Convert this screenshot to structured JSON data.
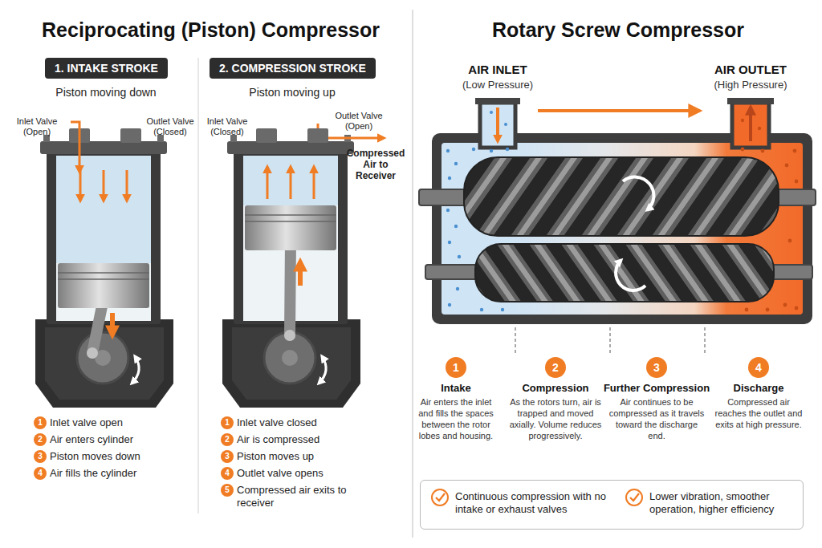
{
  "diagram": {
    "nodes": [
      {
        "text": [
          "1. INTAKE STROKE"
        ]
      },
      {
        "text": [
          "1"
        ]
      },
      {
        "text": [
          "2"
        ]
      },
      {
        "text": [
          "3"
        ]
      },
      {
        "text": [
          "4"
        ]
      },
      {
        "text": [
          "2. COMPRESSION STROKE"
        ]
      },
      {
        "text": [
          "1"
        ]
      },
      {
        "text": [
          "2"
        ]
      },
      {
        "text": [
          "3"
        ]
      },
      {
        "text": [
          "4"
        ]
      },
      {
        "text": [
          "5"
        ]
      },
      {
        "text": [
          "1"
        ]
      },
      {
        "text": [
          "2"
        ]
      },
      {
        "text": [
          "3"
        ]
      },
      {
        "text": [
          "4"
        ]
      },
      {
        "text": [
          "Continuous compression with no intake or exhaust valves",
          "Lower vibration, smoother operation, higher efficiency"
        ]
      }
    ],
    "labels": [
      "Reciprocating (Piston) Compressor",
      "Piston moving down",
      "Inlet Valve (Open)",
      "Outlet Valve (Closed)",
      "Inlet valve open",
      "Air enters cylinder",
      "Piston moves down",
      "Air fills the cylinder",
      "Piston moving up",
      "Inlet Valve (Closed)",
      "Outlet Valve (Open)",
      "Compressed Air to Receiver",
      "Inlet valve closed",
      "Air is compressed",
      "Piston moves up",
      "Outlet valve opens",
      "Compressed air exits to receiver",
      "Rotary Screw Compressor",
      "AIR INLET",
      "(Low Pressure)",
      "AIR OUTLET",
      "(High Pressure)",
      "Intake",
      "Air enters the inlet and fills the spaces between the rotor lobes and housing.",
      "Compression",
      "As the rotors turn, air is trapped and moved axially. Volume reduces progressively.",
      "Further Compression",
      "Air continues to be compressed as it travels toward the discharge end.",
      "Discharge",
      "Compressed air reaches the outlet and exits at high pressure."
    ]
  }
}
